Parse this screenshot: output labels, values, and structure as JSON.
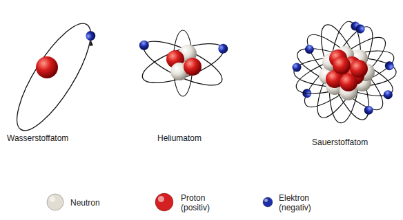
{
  "diagram": {
    "labels": [
      "Wasserstoffatom",
      "Heliumatom",
      "Sauerstoffatom"
    ],
    "legend": [
      {
        "text": "Neutron",
        "color": "#e2ddd3"
      },
      {
        "text": "Proton (positiv)",
        "color": "#d42020"
      },
      {
        "text": "Elektron (negativ)",
        "color": "#1f2fa8"
      }
    ]
  }
}
